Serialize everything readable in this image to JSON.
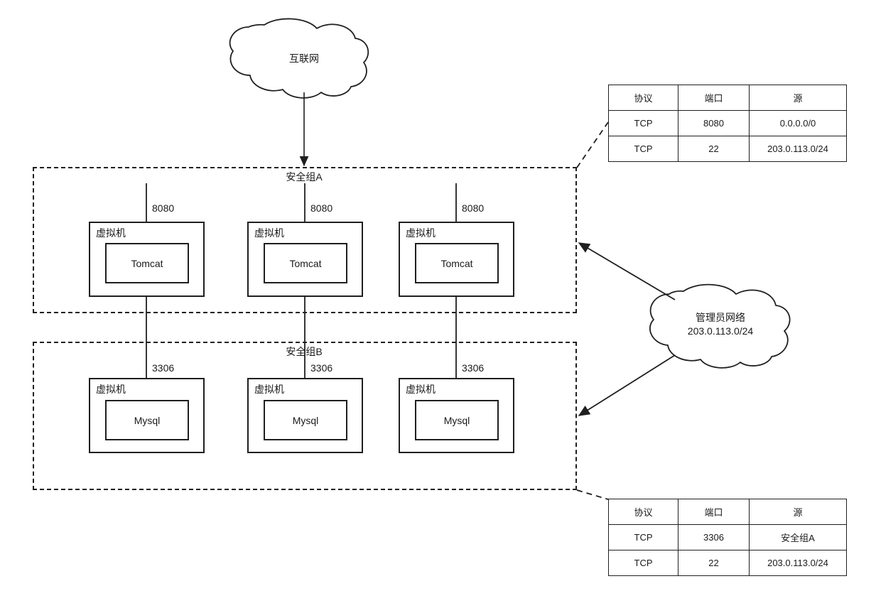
{
  "diagram": {
    "internet_cloud": {
      "label": "互联网"
    },
    "admin_cloud": {
      "line1": "管理员网络",
      "line2": "203.0.113.0/24"
    },
    "security_groups": [
      {
        "id": "sg-a",
        "label": "安全组A"
      },
      {
        "id": "sg-b",
        "label": "安全组B"
      }
    ],
    "tier_web": {
      "vm_title": "虚拟机",
      "app_label": "Tomcat",
      "port_label": "8080",
      "instances": [
        {
          "vm_title": "虚拟机",
          "app_label": "Tomcat",
          "port_label": "8080"
        },
        {
          "vm_title": "虚拟机",
          "app_label": "Tomcat",
          "port_label": "8080"
        },
        {
          "vm_title": "虚拟机",
          "app_label": "Tomcat",
          "port_label": "8080"
        }
      ]
    },
    "tier_db": {
      "vm_title": "虚拟机",
      "app_label": "Mysql",
      "port_label": "3306",
      "instances": [
        {
          "vm_title": "虚拟机",
          "app_label": "Mysql",
          "port_label": "3306"
        },
        {
          "vm_title": "虚拟机",
          "app_label": "Mysql",
          "port_label": "3306"
        },
        {
          "vm_title": "虚拟机",
          "app_label": "Mysql",
          "port_label": "3306"
        }
      ]
    },
    "rule_tables": [
      {
        "id": "sg-a-rules",
        "headers": [
          "协议",
          "端口",
          "源"
        ],
        "rows": [
          [
            "TCP",
            "8080",
            "0.0.0.0/0"
          ],
          [
            "TCP",
            "22",
            "203.0.113.0/24"
          ]
        ]
      },
      {
        "id": "sg-b-rules",
        "headers": [
          "协议",
          "端口",
          "源"
        ],
        "rows": [
          [
            "TCP",
            "3306",
            "安全组A"
          ],
          [
            "TCP",
            "22",
            "203.0.113.0/24"
          ]
        ]
      }
    ],
    "colors": {
      "stroke": "#1f1f1f",
      "text": "#1a1a1a",
      "background": "#ffffff"
    }
  }
}
